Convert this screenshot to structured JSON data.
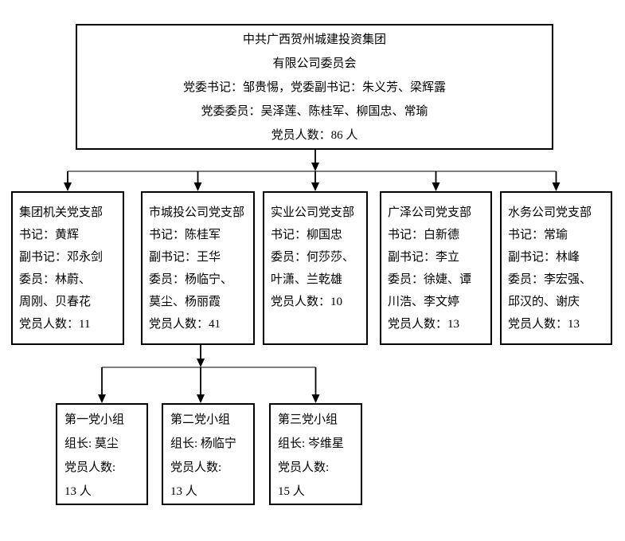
{
  "root": {
    "lines": [
      "中共广西贺州城建投资集团",
      "有限公司委员会",
      "党委书记：邹贵惕，党委副书记：朱义芳、梁辉露",
      "党委委员：吴泽莲、陈桂军、柳国忠、常瑜",
      "党员人数：86 人"
    ]
  },
  "branches": [
    {
      "lines": [
        "集团机关党支部",
        "书记：黄辉",
        "副书记：邓永剑",
        "委员：林蔚、",
        "周刚、贝春花",
        "党员人数：11"
      ]
    },
    {
      "lines": [
        "市城投公司党支部",
        "书记：陈桂军",
        "副书记：王华",
        "委员：杨临宁、",
        "莫尘、杨丽霞",
        "党员人数：41"
      ]
    },
    {
      "lines": [
        "实业公司党支部",
        "书记：柳国忠",
        "委员：何莎莎、",
        "叶潇、兰乾雄",
        "党员人数：10"
      ]
    },
    {
      "lines": [
        "广泽公司党支部",
        "书记：白新德",
        "副书记：李立",
        "委员：徐婕、谭",
        "川浩、李文婷",
        "党员人数：13"
      ]
    },
    {
      "lines": [
        "水务公司党支部",
        "书记：常瑜",
        "副书记：林峰",
        "委员：李宏强、",
        "邱汉的、谢庆",
        "党员人数：13"
      ]
    }
  ],
  "groups": [
    {
      "lines": [
        "第一党小组",
        "组长: 莫尘",
        "党员人数:",
        "13 人"
      ]
    },
    {
      "lines": [
        "第二党小组",
        "组长: 杨临宁",
        "党员人数:",
        "13 人"
      ]
    },
    {
      "lines": [
        "第三党小组",
        "组长: 岑维星",
        "党员人数:",
        "15 人"
      ]
    }
  ],
  "colors": {
    "line": "#000000",
    "background": "#ffffff",
    "text": "#000000"
  }
}
